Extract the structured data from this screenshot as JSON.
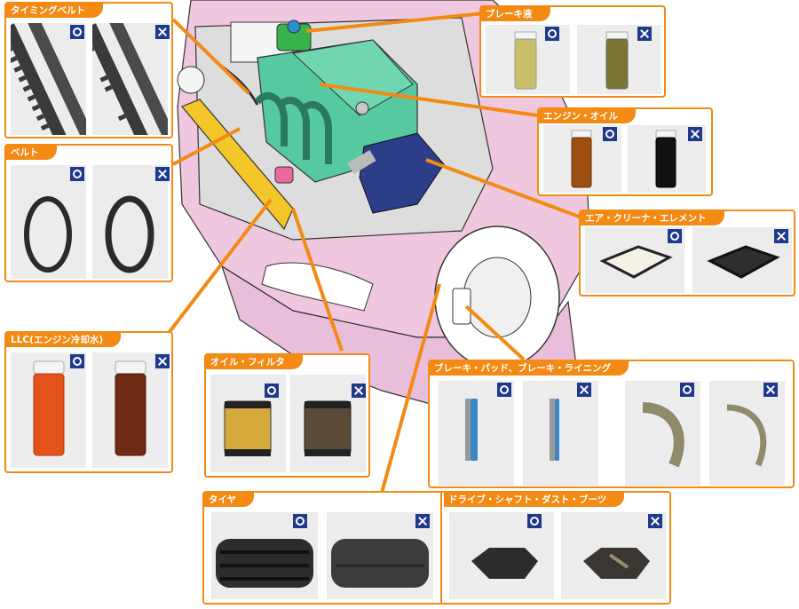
{
  "panels": {
    "timing_belt": {
      "title": "タイミングベルト"
    },
    "belt": {
      "title": "ベルト"
    },
    "llc": {
      "title": "LLC(エンジン冷却水)"
    },
    "oil_filter": {
      "title": "オイル・フィルタ"
    },
    "brake_fluid": {
      "title": "ブレーキ液"
    },
    "engine_oil": {
      "title": "エンジン・オイル"
    },
    "air_cleaner": {
      "title": "エア・クリーナ・エレメント"
    },
    "brake_pad": {
      "title": "ブレーキ・パッド、ブレーキ・ライニング"
    },
    "tire": {
      "title": "タイヤ"
    },
    "boot": {
      "title": "ドライブ・シャフト・ダスト・ブーツ"
    }
  },
  "badges": {
    "good": "circle-mark",
    "bad": "cross-mark"
  },
  "colors": {
    "accent": "#f28a14",
    "badge": "#1f3a8c",
    "car_body": "#efc8e0",
    "engine": "#57c9a0",
    "air_box": "#2c3e8a",
    "radiator": "#f3c62a",
    "reservoir": "#37b24d"
  }
}
